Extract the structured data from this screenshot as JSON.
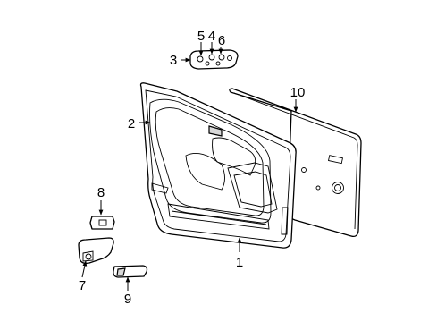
{
  "callouts": [
    {
      "id": "1",
      "label": "1"
    },
    {
      "id": "2",
      "label": "2"
    },
    {
      "id": "3",
      "label": "3"
    },
    {
      "id": "4",
      "label": "4"
    },
    {
      "id": "5",
      "label": "5"
    },
    {
      "id": "6",
      "label": "6"
    },
    {
      "id": "7",
      "label": "7"
    },
    {
      "id": "8",
      "label": "8"
    },
    {
      "id": "9",
      "label": "9"
    },
    {
      "id": "10",
      "label": "10"
    }
  ]
}
